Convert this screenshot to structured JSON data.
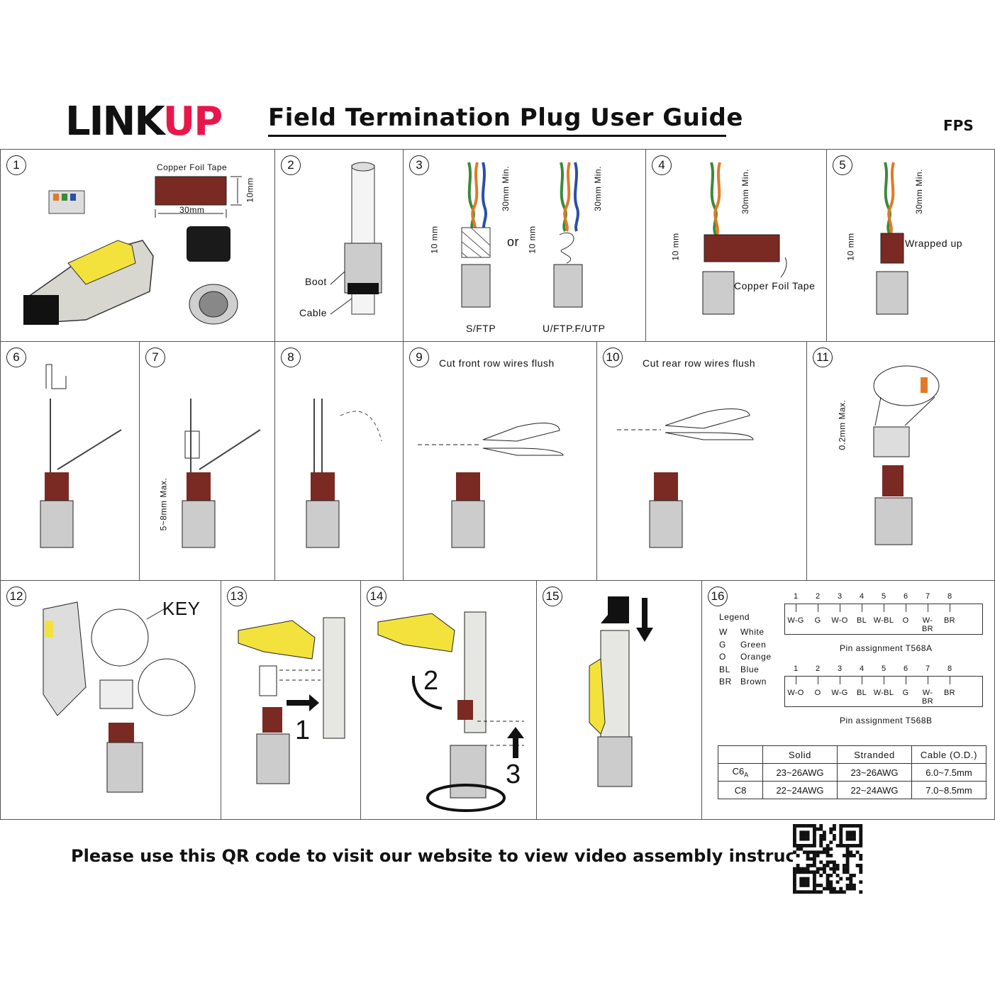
{
  "header": {
    "logo_link": "LINK",
    "logo_up": "UP",
    "title": "Field Termination Plug User Guide",
    "code": "FPS"
  },
  "steps": [
    {
      "num": "1",
      "texts": {
        "foil": "Copper Foil Tape",
        "w": "30mm",
        "h": "10mm"
      }
    },
    {
      "num": "2",
      "texts": {
        "boot": "Boot",
        "cable": "Cable"
      }
    },
    {
      "num": "3",
      "texts": {
        "sftp": "S/FTP",
        "uftp": "U/FTP.F/UTP",
        "or": "or",
        "min": "30mm Min.",
        "ten": "10 mm"
      }
    },
    {
      "num": "4",
      "texts": {
        "foil": "Copper Foil Tape",
        "min": "30mm Min.",
        "ten": "10 mm"
      }
    },
    {
      "num": "5",
      "texts": {
        "wrapped": "Wrapped up",
        "min": "30mm Min.",
        "ten": "10 mm"
      }
    },
    {
      "num": "6",
      "texts": {}
    },
    {
      "num": "7",
      "texts": {
        "max": "5~8mm Max."
      }
    },
    {
      "num": "8",
      "texts": {}
    },
    {
      "num": "9",
      "texts": {
        "title": "Cut front row wires flush"
      }
    },
    {
      "num": "10",
      "texts": {
        "title": "Cut rear row wires flush"
      }
    },
    {
      "num": "11",
      "texts": {
        "max": "0.2mm Max."
      }
    },
    {
      "num": "12",
      "texts": {
        "key": "KEY"
      }
    },
    {
      "num": "13",
      "texts": {
        "one": "1"
      }
    },
    {
      "num": "14",
      "texts": {
        "two": "2",
        "three": "3"
      }
    },
    {
      "num": "15",
      "texts": {}
    },
    {
      "num": "16",
      "texts": {}
    }
  ],
  "legend": {
    "title": "Legend",
    "items": [
      {
        "code": "W",
        "name": "White"
      },
      {
        "code": "G",
        "name": "Green"
      },
      {
        "code": "O",
        "name": "Orange"
      },
      {
        "code": "BL",
        "name": "Blue"
      },
      {
        "code": "BR",
        "name": "Brown"
      }
    ]
  },
  "pins": {
    "numbers": [
      "1",
      "2",
      "3",
      "4",
      "5",
      "6",
      "7",
      "8"
    ],
    "t568a": {
      "caption": "Pin assignment T568A",
      "wires": [
        "W-G",
        "G",
        "W-O",
        "BL",
        "W-BL",
        "O",
        "W-BR",
        "BR"
      ]
    },
    "t568b": {
      "caption": "Pin assignment T568B",
      "wires": [
        "W-O",
        "O",
        "W-G",
        "BL",
        "W-BL",
        "G",
        "W-BR",
        "BR"
      ]
    }
  },
  "spec_table": {
    "headers": [
      "",
      "Solid",
      "Stranded",
      "Cable (O.D.)"
    ],
    "rows": [
      {
        "cat": "C6",
        "cat_sub": "A",
        "solid": "23~26AWG",
        "stranded": "23~26AWG",
        "od": "6.0~7.5mm"
      },
      {
        "cat": "C8",
        "cat_sub": "",
        "solid": "22~24AWG",
        "stranded": "22~24AWG",
        "od": "7.0~8.5mm"
      }
    ]
  },
  "footer": {
    "text": "Please use this QR code to visit our website to view video assembly instructions:"
  },
  "colors": {
    "brand_red": "#e8174a",
    "foil_brown": "#7a2a22",
    "yellow": "#f3e23c",
    "wire_orange": "#e07a24",
    "wire_green": "#3a8a3a",
    "wire_blue": "#2b4fa8"
  }
}
